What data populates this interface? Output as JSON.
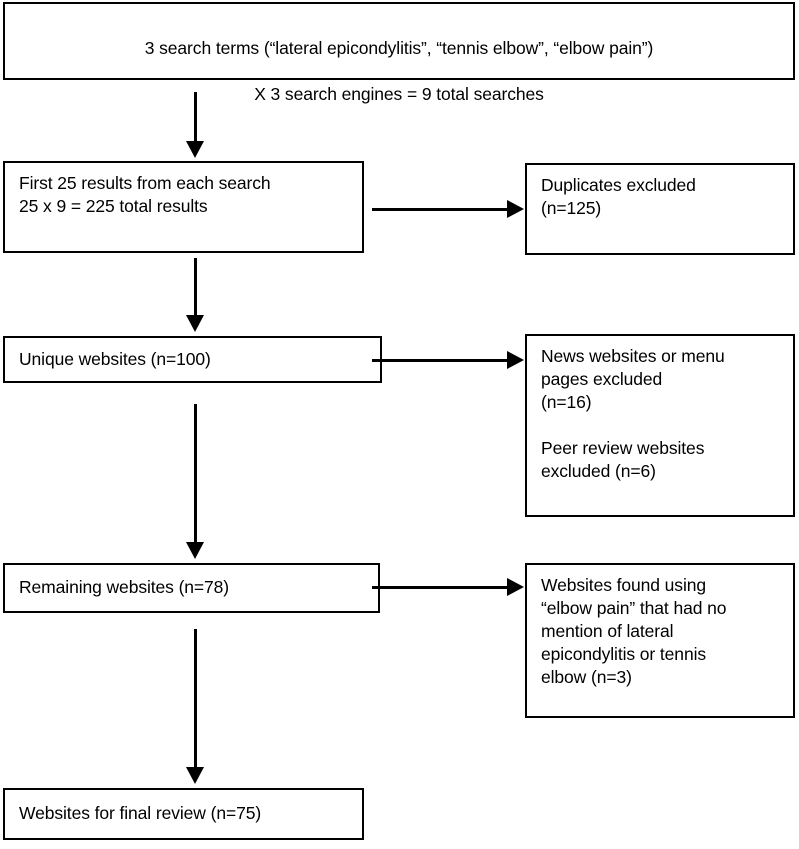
{
  "diagram": {
    "type": "flowchart",
    "title": "Website search and screening flow",
    "colors": {
      "background": "#ffffff",
      "border": "#000000",
      "text": "#000000"
    },
    "header": {
      "line1": "3 search terms (“lateral epicondylitis”, “tennis elbow”, “elbow pain”)",
      "line2": "X     3 search engines   =   9 total searches"
    },
    "nodes": {
      "results": {
        "text": "First 25 results from each search\n25 x 9 = 225 total results"
      },
      "duplicates": {
        "text": "Duplicates excluded\n(n=125)"
      },
      "unique": {
        "text": "Unique websites (n=100)"
      },
      "news_peer": {
        "text": "News websites or menu\npages excluded\n(n=16)\n\nPeer review websites\nexcluded (n=6)"
      },
      "remaining": {
        "text": "Remaining websites (n=78)"
      },
      "elbowpain": {
        "text": "Websites found using\n“elbow pain” that had no\nmention of lateral\nepicondylitis or tennis\nelbow (n=3)"
      },
      "final": {
        "text": "Websites for final review (n=75)"
      }
    },
    "arrows": [
      {
        "name": "header-to-results",
        "direction": "down"
      },
      {
        "name": "results-to-duplicates",
        "direction": "right"
      },
      {
        "name": "results-to-unique",
        "direction": "down"
      },
      {
        "name": "unique-to-news",
        "direction": "right"
      },
      {
        "name": "unique-to-remaining",
        "direction": "down"
      },
      {
        "name": "remaining-to-elbowpain",
        "direction": "right"
      },
      {
        "name": "remaining-to-final",
        "direction": "down"
      }
    ]
  }
}
